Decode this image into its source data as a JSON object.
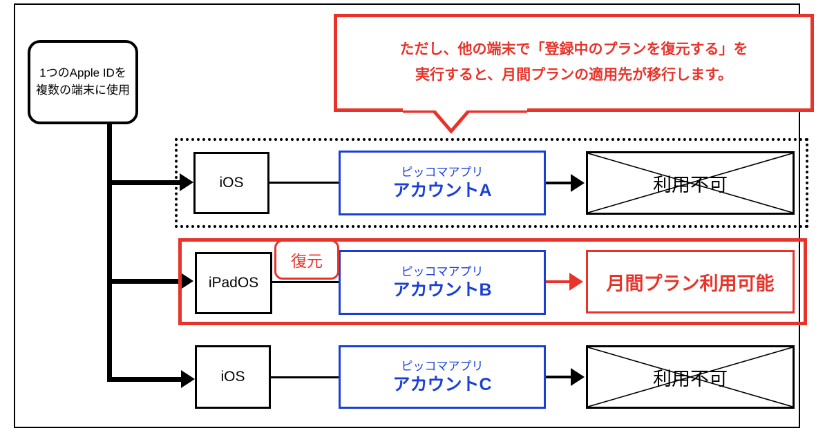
{
  "source": {
    "line1": "1つのApple IDを",
    "line2": "複数の端末に使用"
  },
  "callout": {
    "line1": "ただし、他の端末で「登録中のプランを復元する」を",
    "line2": "実行すると、月間プランの適用先が移行します。",
    "color": "#e8332a"
  },
  "restore_badge": {
    "label": "復元",
    "color": "#e8332a"
  },
  "rows": [
    {
      "os": "iOS",
      "app_name": "ピッコマアプリ",
      "account": "アカウントA",
      "result": "利用不可",
      "result_state": "unavailable",
      "group_style": "dotted",
      "accent": "#1a3fd6"
    },
    {
      "os": "iPadOS",
      "app_name": "ピッコマアプリ",
      "account": "アカウントB",
      "result": "月間プラン利用可能",
      "result_state": "available",
      "group_style": "red",
      "accent": "#1a3fd6"
    },
    {
      "os": "iOS",
      "app_name": "ピッコマアプリ",
      "account": "アカウントC",
      "result": "利用不可",
      "result_state": "unavailable",
      "group_style": "none",
      "accent": "#1a3fd6"
    }
  ],
  "colors": {
    "red": "#e8332a",
    "blue": "#1a3fd6",
    "black": "#000000",
    "background": "#ffffff"
  }
}
